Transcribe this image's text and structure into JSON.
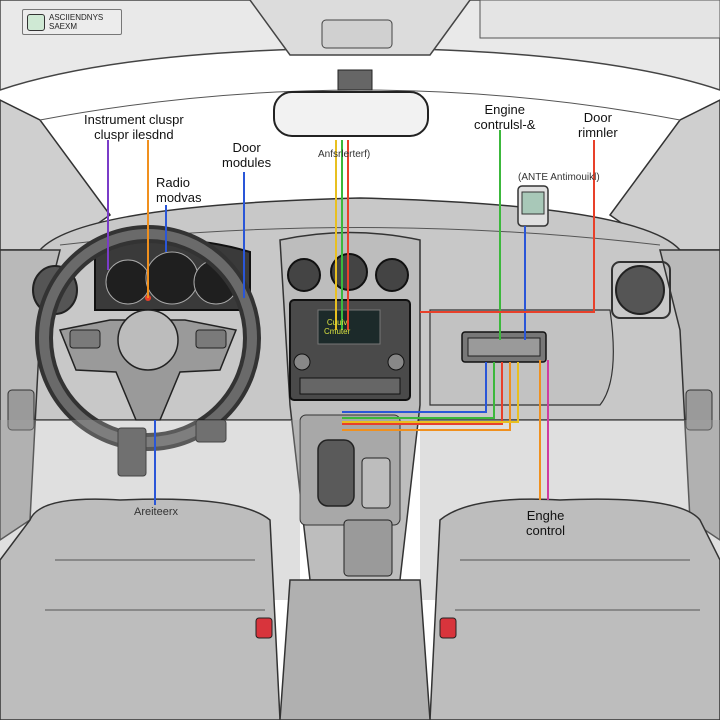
{
  "badge": {
    "line1": "ASCIIENDNYS",
    "line2": "SAEXM"
  },
  "labels": {
    "instrument_cluster": [
      "Instrument clusрr",
      "cluspr ilesdnd"
    ],
    "door_modules": [
      "Door",
      "modules"
    ],
    "radio_modules": [
      "Radio",
      "modvas"
    ],
    "antenna_top": "Anfsrlerterf)",
    "engine_controls": [
      "Engine",
      "contrulsl-&"
    ],
    "door_module_right": [
      "Door",
      "rimnler"
    ],
    "antenna_module": "(ANTE Antimouikl)",
    "antenna_bottom": "Areiteerx",
    "engine_control_bottom": [
      "Enghe",
      "control"
    ]
  },
  "screen": {
    "line1": "Cuuiv",
    "line2": "Cmuter"
  },
  "colors": {
    "wire_orange": "#f0901e",
    "wire_purple": "#7a3cc8",
    "wire_blue": "#2a56d8",
    "wire_red": "#e8402a",
    "wire_green": "#3cb83c",
    "wire_yellow": "#e8c020",
    "wire_pink": "#d03ca0",
    "seat_handle": "#d8343c"
  }
}
